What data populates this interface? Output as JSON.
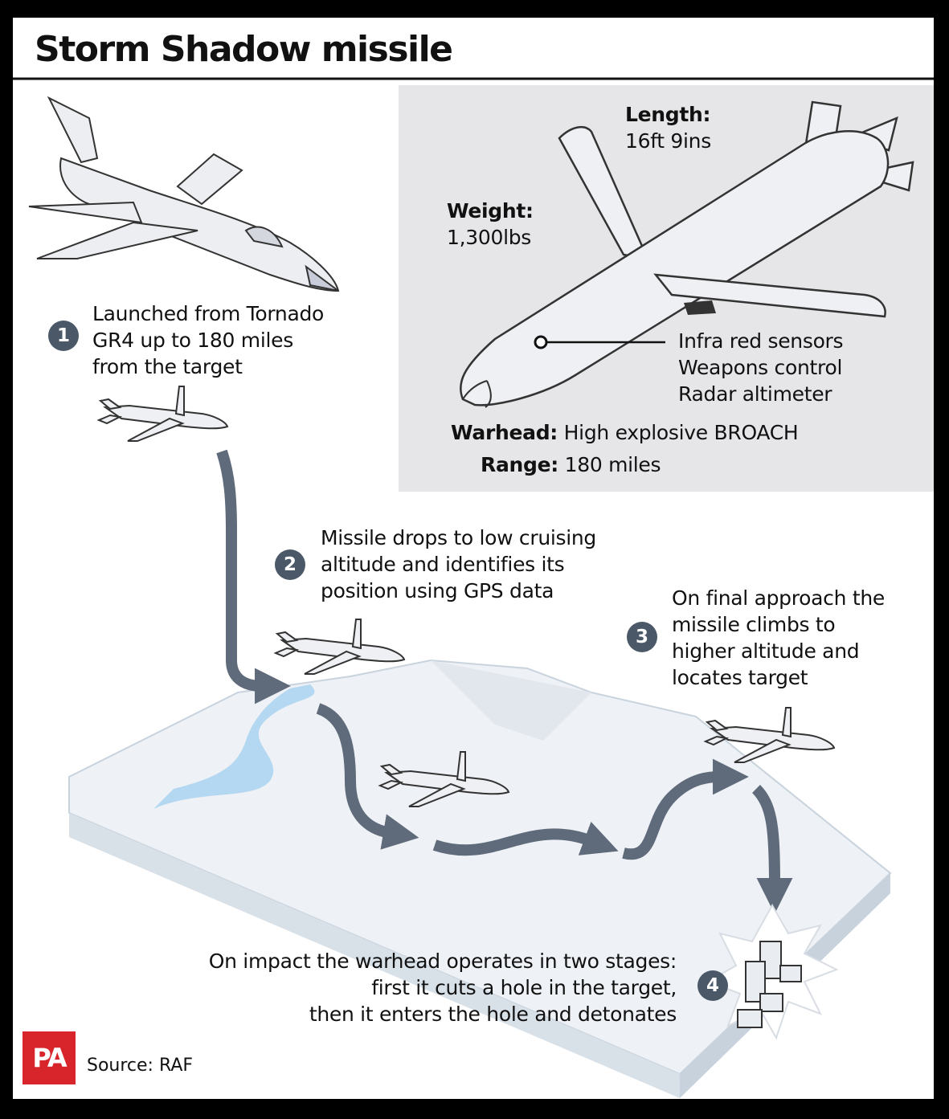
{
  "title": "Storm Shadow missile",
  "specs": {
    "length_label": "Length:",
    "length_value": "16ft 9ins",
    "weight_label": "Weight:",
    "weight_value": "1,300lbs",
    "sensors": [
      "Infra red sensors",
      "Weapons control",
      "Radar altimeter"
    ],
    "warhead_label": "Warhead:",
    "warhead_value": "High explosive BROACH",
    "range_label": "Range:",
    "range_value": "180 miles"
  },
  "steps": [
    {
      "number": "1",
      "lines": [
        "Launched from Tornado",
        "GR4 up to 180 miles",
        "from the target"
      ]
    },
    {
      "number": "2",
      "lines": [
        "Missile drops to low cruising",
        "altitude and identifies its",
        "position using GPS data"
      ]
    },
    {
      "number": "3",
      "lines": [
        "On final approach the",
        "missile climbs to",
        "higher altitude and",
        "locates target"
      ]
    },
    {
      "number": "4",
      "lines": [
        "On impact the warhead operates in two stages:",
        "first it cuts a hole in the target,",
        "then it enters the hole and detonates"
      ]
    }
  ],
  "logo": "PA",
  "source": "Source: RAF",
  "colors": {
    "path": "#5f6b7a",
    "badge": "#4a5868",
    "panel": "#e6e6e8",
    "water": "#a9d4f0",
    "logo": "#d8252c"
  },
  "icons": [
    "tornado-jet-icon",
    "missile-icon",
    "buildings-icon",
    "explosion-icon"
  ]
}
